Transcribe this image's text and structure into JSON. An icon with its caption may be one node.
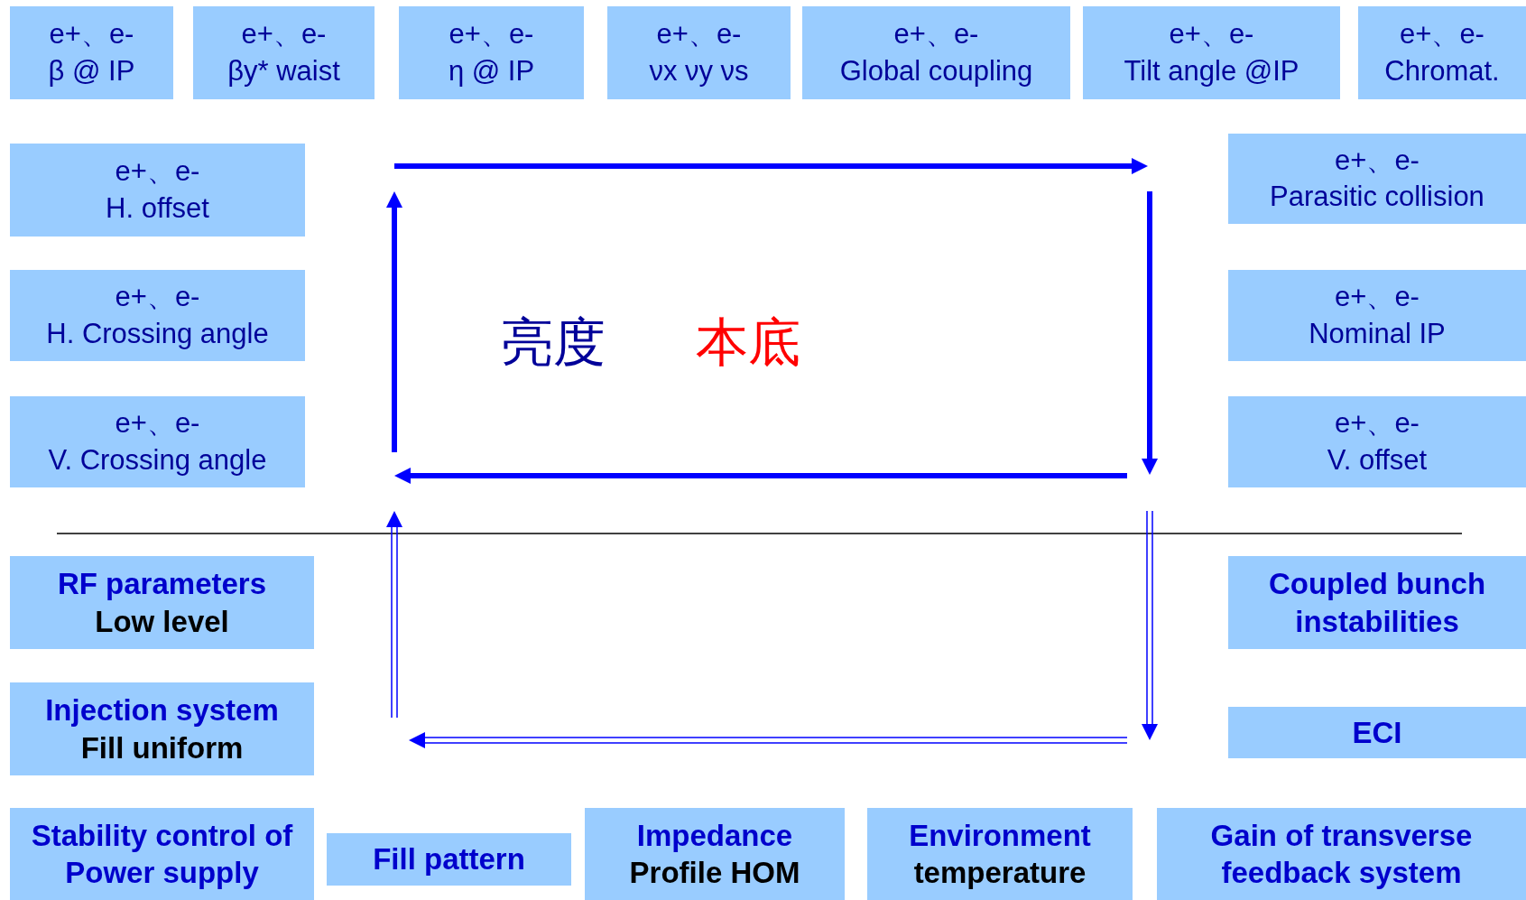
{
  "diagram": {
    "nodes": [
      {
        "text": [
          "e+、e-",
          "β @ IP"
        ]
      },
      {
        "text": [
          "e+、e-",
          "βy* waist"
        ]
      },
      {
        "text": [
          "e+、e-",
          "η @ IP"
        ]
      },
      {
        "text": [
          "e+、e-",
          "νx νy νs"
        ]
      },
      {
        "text": [
          "e+、e-",
          "Global coupling"
        ]
      },
      {
        "text": [
          "e+、e-",
          "Tilt angle @IP"
        ]
      },
      {
        "text": [
          "e+、e-",
          "Chromat."
        ]
      },
      {
        "text": [
          "e+、e-",
          "H. offset"
        ]
      },
      {
        "text": [
          "e+、e-",
          "Parasitic collision"
        ]
      },
      {
        "text": [
          "e+、e-",
          "H. Crossing angle"
        ]
      },
      {
        "text": [
          "e+、e-",
          "Nominal IP"
        ]
      },
      {
        "text": [
          "e+、e-",
          "V. Crossing angle"
        ]
      },
      {
        "text": [
          "e+、e-",
          "V. offset"
        ]
      },
      {
        "text": [
          "RF parameters",
          "Low level"
        ]
      },
      {
        "text": [
          "Coupled bunch instabilities"
        ]
      },
      {
        "text": [
          "Injection system",
          "Fill uniform"
        ]
      },
      {
        "text": [
          "ECI"
        ]
      },
      {
        "text": [
          "Stability control of Power supply"
        ]
      },
      {
        "text": [
          "Fill pattern"
        ]
      },
      {
        "text": [
          "Impedance",
          "Profile HOM"
        ]
      },
      {
        "text": [
          "Environment",
          "temperature"
        ]
      },
      {
        "text": [
          "Gain of transverse feedback system"
        ]
      }
    ],
    "labels": [
      "亮度",
      "本底"
    ]
  }
}
